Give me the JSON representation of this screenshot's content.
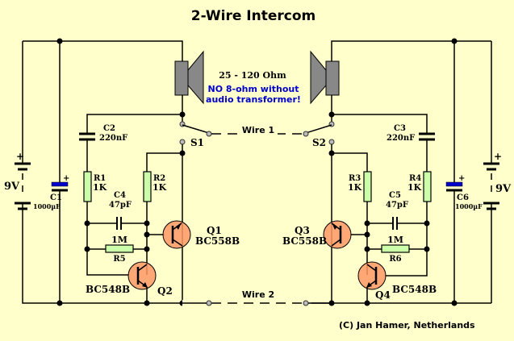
{
  "title": "2-Wire Intercom",
  "speaker_note": {
    "impedance": "25 - 120 Ohm",
    "warning_line1": "NO 8-ohm without",
    "warning_line2": "audio transformer!"
  },
  "wires": {
    "wire1": "Wire 1",
    "wire2": "Wire 2"
  },
  "switches": {
    "s1": "S1",
    "s2": "S2"
  },
  "batteries": {
    "left": "9V",
    "right": "9V",
    "plus": "+"
  },
  "capacitors": {
    "c1": {
      "name": "C1",
      "value": "1000µF"
    },
    "c2": {
      "name": "C2",
      "value": "220nF"
    },
    "c3": {
      "name": "C3",
      "value": "220nF"
    },
    "c4": {
      "name": "C4",
      "value": "47pF"
    },
    "c5": {
      "name": "C5",
      "value": "47pF"
    },
    "c6": {
      "name": "C6",
      "value": "1000µF"
    }
  },
  "resistors": {
    "r1": {
      "name": "R1",
      "value": "1K"
    },
    "r2": {
      "name": "R2",
      "value": "1K"
    },
    "r3": {
      "name": "R3",
      "value": "1K"
    },
    "r4": {
      "name": "R4",
      "value": "1K"
    },
    "r5": {
      "name": "R5",
      "value": "1M"
    },
    "r6": {
      "name": "R6",
      "value": "1M"
    }
  },
  "transistors": {
    "q1": {
      "name": "Q1",
      "type": "BC558B"
    },
    "q2": {
      "name": "Q2",
      "type": "BC548B"
    },
    "q3": {
      "name": "Q3",
      "type": "BC558B"
    },
    "q4": {
      "name": "Q4",
      "type": "BC548B"
    }
  },
  "colors": {
    "background": "#ffffcc",
    "resistor": "#ccffaa",
    "transistor": "#ff9966",
    "electrolytic_plate": "#0000cc",
    "warning_text": "#0000cc",
    "speaker": "#888888"
  },
  "copyright": "(C) Jan Hamer, Netherlands"
}
